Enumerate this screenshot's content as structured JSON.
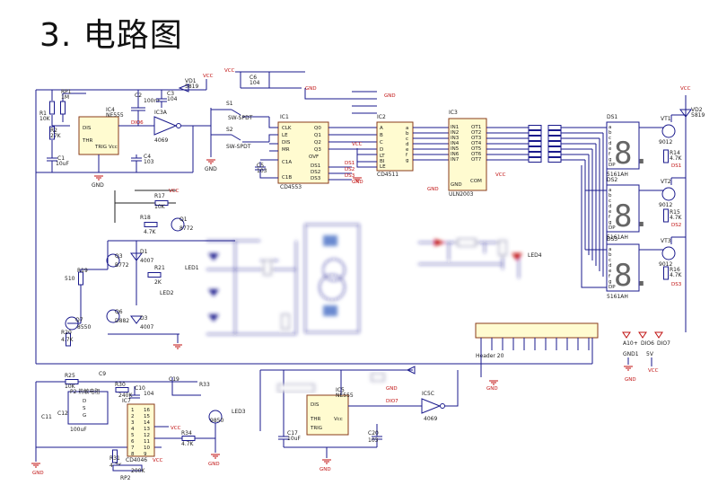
{
  "heading": "3. 电路图",
  "chips": {
    "ic4": {
      "name": "IC4",
      "part": "NE555",
      "pins": [
        "DIS",
        "THR",
        "TRIG",
        "Vcc"
      ]
    },
    "ic3a": {
      "name": "IC3A",
      "part": "4069"
    },
    "ic1": {
      "name": "IC1",
      "part": "CD4553",
      "pins": [
        "CLK",
        "LE",
        "DIS",
        "MR",
        "C1A",
        "C1B",
        "Q0",
        "Q1",
        "Q2",
        "Q3",
        "OVF",
        "DS1",
        "DS2",
        "DS3"
      ]
    },
    "ic2": {
      "name": "IC2",
      "part": "CD4511",
      "pins": [
        "A",
        "B",
        "C",
        "D",
        "LT",
        "BI",
        "LE",
        "a",
        "b",
        "c",
        "d",
        "e",
        "f",
        "g"
      ]
    },
    "ic3": {
      "name": "IC3",
      "part": "ULN2003",
      "pins": [
        "IN1",
        "IN2",
        "IN3",
        "IN4",
        "IN5",
        "IN6",
        "IN7",
        "OT1",
        "OT2",
        "OT3",
        "OT4",
        "OT5",
        "OT6",
        "OT7",
        "GND",
        "COM"
      ]
    },
    "ic7": {
      "name": "IC7",
      "part": "CD4046"
    },
    "ic5": {
      "name": "IC5",
      "part": "NE555",
      "pins": [
        "DIS",
        "THR",
        "TRIG",
        "Vcc"
      ]
    },
    "ic5c": {
      "name": "IC5C",
      "part": "4069"
    }
  },
  "displays": [
    {
      "name": "DS1",
      "part": "5161AH",
      "segments": [
        "a",
        "b",
        "c",
        "d",
        "e",
        "f",
        "g",
        "DP"
      ],
      "transistor": "VT1",
      "tpart": "9012",
      "resistor": "R14",
      "rvalue": "4.7K"
    },
    {
      "name": "DS2",
      "part": "5161AH",
      "segments": [
        "a",
        "b",
        "c",
        "d",
        "e",
        "f",
        "g",
        "DP"
      ],
      "transistor": "VT2",
      "tpart": "9012",
      "resistor": "R15",
      "rvalue": "4.7K"
    },
    {
      "name": "DS3",
      "part": "5161AH",
      "segments": [
        "a",
        "b",
        "c",
        "d",
        "e",
        "f",
        "g",
        "DP"
      ],
      "transistor": "VT3",
      "tpart": "9012",
      "resistor": "R16",
      "rvalue": "4.7K"
    }
  ],
  "labels": {
    "vcc": "VCC",
    "gnd": "GND",
    "rp1": "RP1",
    "rp1v": "1M",
    "r1": "R1",
    "r1v": "10K",
    "r2": "R2",
    "r2v": "27K",
    "c1": "C1",
    "c1v": "10uF",
    "c2": "C2",
    "c2v": "100nF",
    "c3": "C3",
    "c3v": "104",
    "c4": "C4",
    "c4v": "103",
    "c5": "C5",
    "c5v": "103",
    "c6": "C6",
    "c6v": "104",
    "vd1": "VD1",
    "vd1v": "5819",
    "vd2": "VD2",
    "vd2v": "5819",
    "s1": "S1",
    "s1v": "SW-SPDT",
    "s2": "S2",
    "s2v": "SW-SPDT",
    "dio6": "DIO6",
    "dio7": "DIO7",
    "ds": [
      "DS1",
      "DS2",
      "DS3"
    ],
    "r17": "R17",
    "r17v": "10K",
    "r18": "R18",
    "r18v": "4.7K",
    "q1": "Q1",
    "q1v": "8772",
    "q3": "Q3",
    "q3v": "B772",
    "q6": "Q6",
    "q6v": "D882",
    "q7": "Q7",
    "q7v": "8550",
    "r19": "R19",
    "r19v": "510",
    "r20": "R20",
    "r20v": "4.7K",
    "r21": "R21",
    "r21v": "2K",
    "d1": "D1",
    "d1v": "4007",
    "d3": "D3",
    "d3v": "4007",
    "led1": "LED1",
    "led2": "LED2",
    "led4": "LED4",
    "header": "Header 20",
    "a10": "A10+",
    "dio6b": "DIO6",
    "dio7b": "DIO7",
    "gnd1": "GND1",
    "v5": "5V",
    "r25": "R25",
    "r25v": "10K",
    "c9": "C9",
    "c10": "C10",
    "c10v": "104",
    "c11": "C11",
    "c12": "C12",
    "c17": "C17",
    "c17v": "10uF",
    "c20": "C20",
    "c20v": "103",
    "r30": "R30",
    "r30v": "240K",
    "r31": "R31",
    "r31v": "4.7K",
    "r34": "R34",
    "r34v": "4.7K",
    "rp2": "RP2",
    "rp2v": "200K",
    "pot_note": "P2 热敏电阻",
    "led3": "LED3",
    "q8": "9850",
    "r33": "R33",
    "c19": "C19",
    "v100": "100uF"
  }
}
